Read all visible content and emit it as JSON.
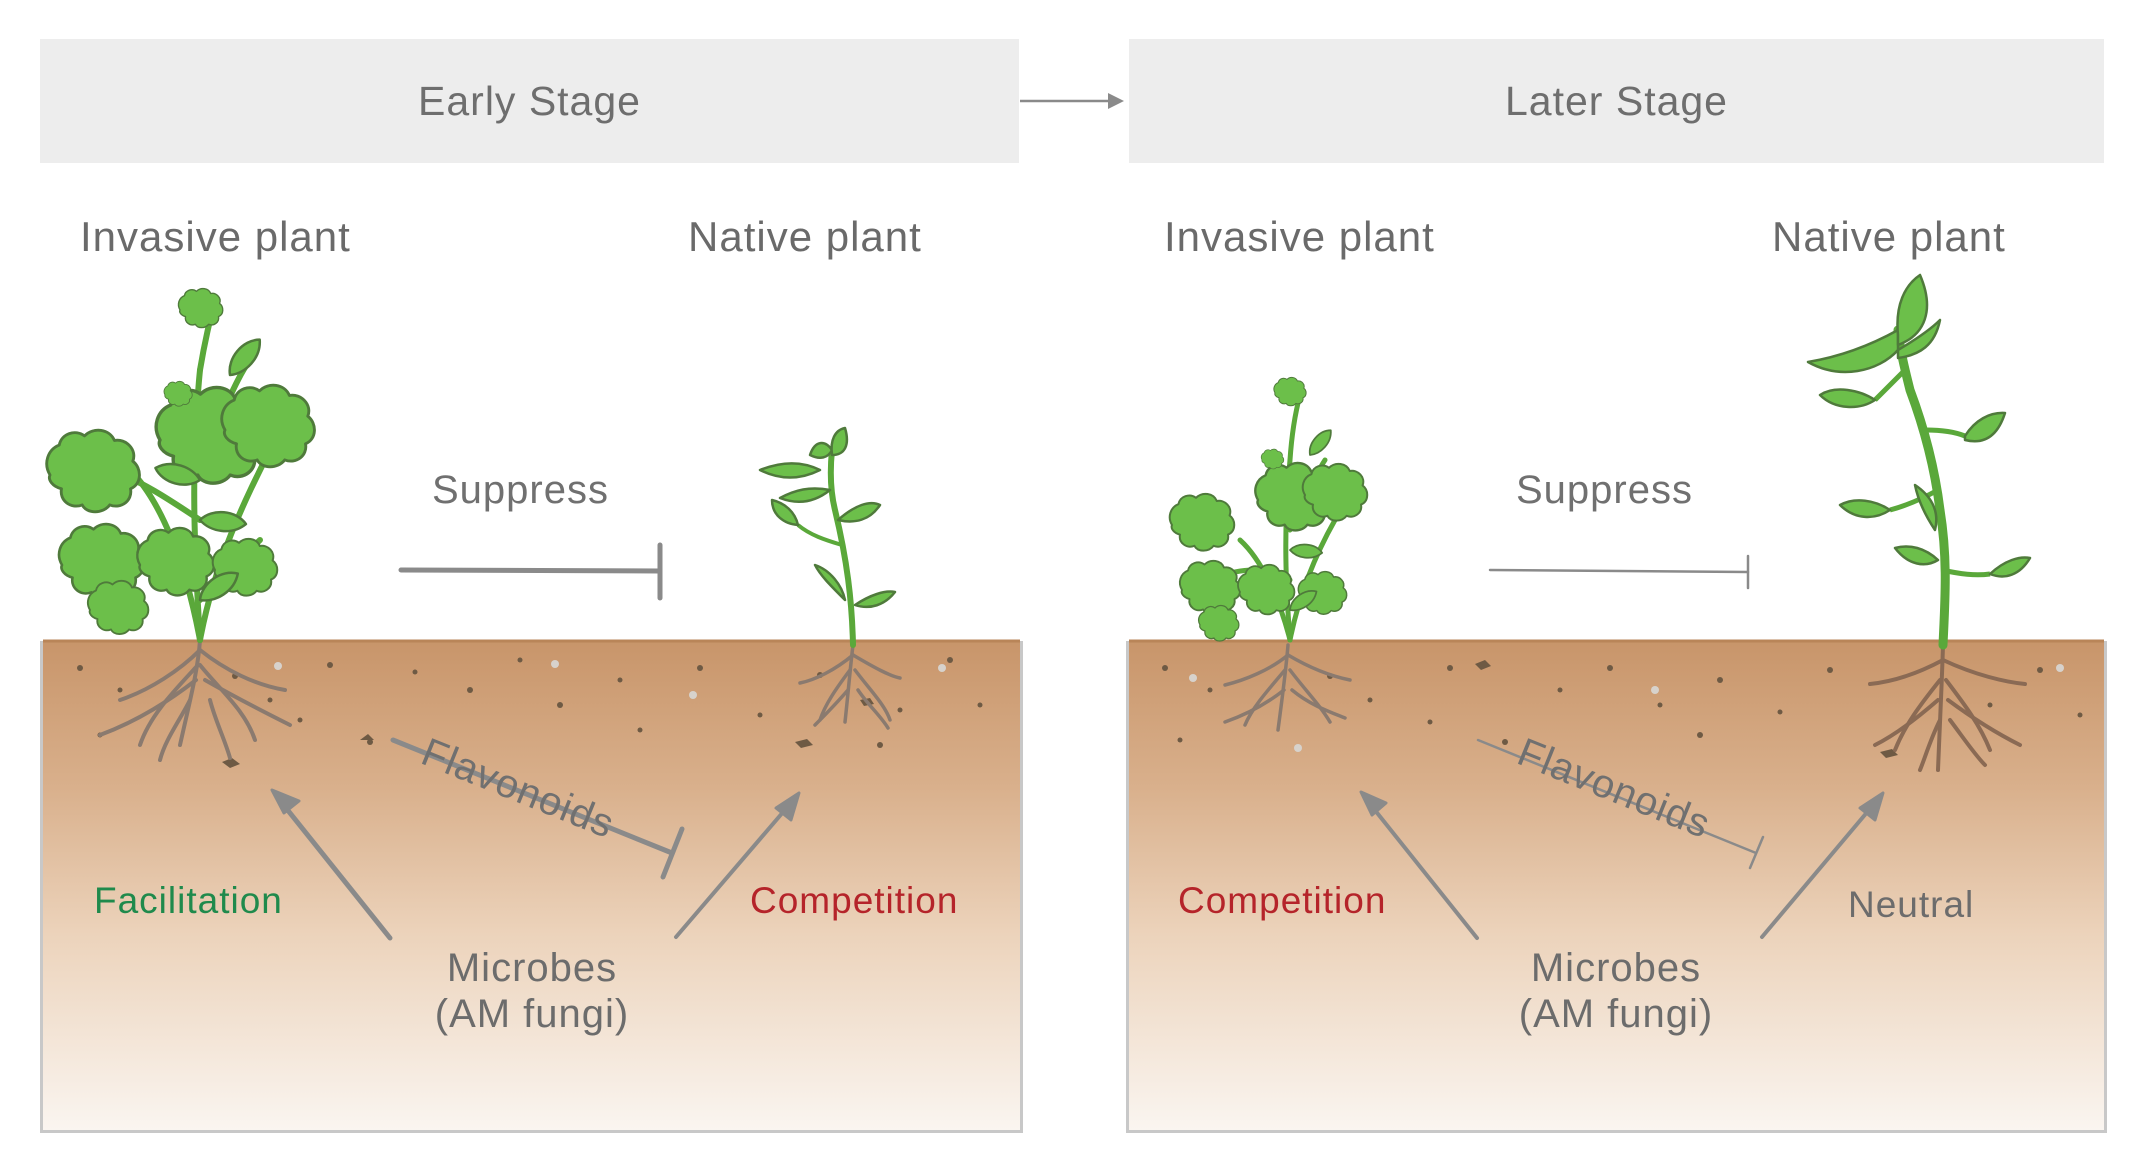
{
  "stages": {
    "early": {
      "title": "Early Stage",
      "invasive_label": "Invasive plant",
      "native_label": "Native plant",
      "suppress_label": "Suppress",
      "flavonoids_label": "Flavonoids",
      "invasive_effect": "Facilitation",
      "native_effect": "Competition",
      "microbes_label": "Microbes",
      "microbes_sub": "(AM fungi)"
    },
    "later": {
      "title": "Later Stage",
      "invasive_label": "Invasive plant",
      "native_label": "Native plant",
      "suppress_label": "Suppress",
      "flavonoids_label": "Flavonoids",
      "invasive_effect": "Competition",
      "native_effect": "Neutral",
      "microbes_label": "Microbes",
      "microbes_sub": "(AM fungi)"
    }
  },
  "colors": {
    "facilitation": "#1f8a4c",
    "competition": "#b5242a",
    "neutral": "#6c6c6c",
    "leaf": "#6cbf4a",
    "stem": "#5aa83a",
    "root": "#8a7a6f",
    "arrow": "#8a8a8a",
    "soil_top": "#c8956a"
  },
  "icons": {
    "stage_arrow": "arrow-right-icon"
  }
}
